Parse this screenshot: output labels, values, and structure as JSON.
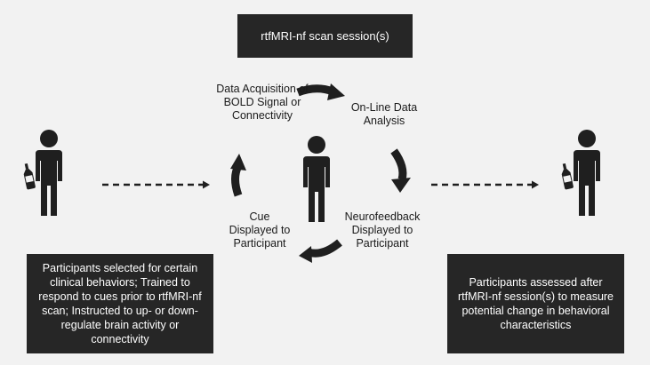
{
  "header": {
    "title": "rtfMRI-nf scan session(s)"
  },
  "cycle": {
    "step_acquisition": "Data Acquisition of BOLD Signal or Connectivity",
    "step_analysis": "On-Line Data Analysis",
    "step_neurofeedback": "Neurofeedback Displayed to Participant",
    "step_cue": "Cue Displayed to Participant"
  },
  "left_panel": {
    "text": "Participants selected for certain clinical behaviors; Trained to respond to cues prior to rtfMRI-nf scan; Instructed to up- or down-regulate brain activity or connectivity"
  },
  "right_panel": {
    "text": "Participants assessed after rtfMRI-nf session(s) to measure potential change in behavioral characteristics"
  },
  "colors": {
    "background": "#f2f2f2",
    "box": "#262626",
    "figure": "#1f1f1f",
    "box_text": "#ffffff"
  }
}
